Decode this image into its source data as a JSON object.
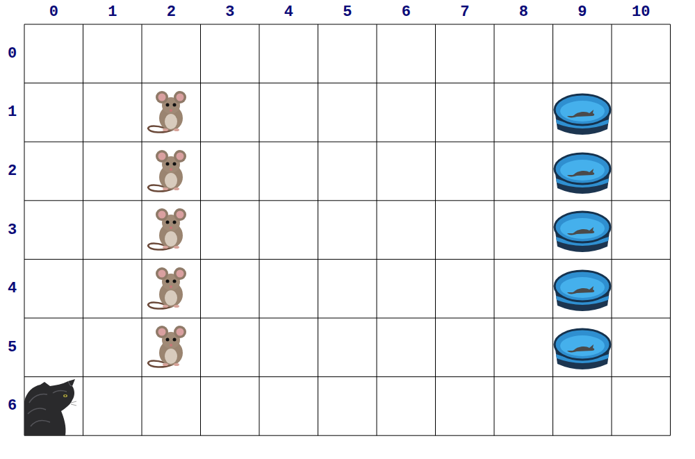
{
  "diagram": {
    "labels": [
      "0",
      "1",
      "2",
      "3",
      "4",
      "5",
      "6",
      "7",
      "8",
      "9",
      "10",
      "0",
      "1",
      "2",
      "3",
      "4",
      "5",
      "6"
    ]
  }
}
